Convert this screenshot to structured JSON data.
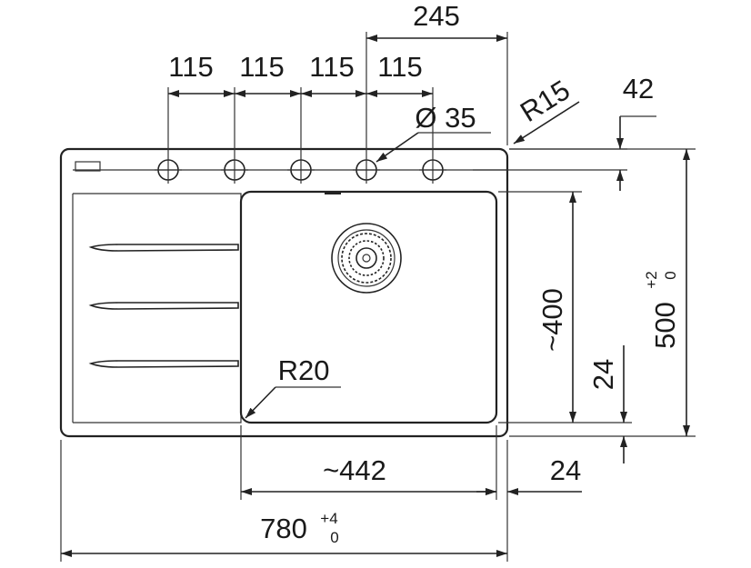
{
  "diagram": {
    "top_dims": {
      "total_offset": "245",
      "spacing": [
        "115",
        "115",
        "115",
        "115"
      ]
    },
    "hole_diameter": "Ø 35",
    "corner_radius_outer": "R15",
    "offset_top": "42",
    "bowl_depth": "~400",
    "drain_offset_right": "24",
    "overall_depth": "500",
    "overall_depth_tol_upper": "+2",
    "overall_depth_tol_lower": "0",
    "corner_radius_bowl": "R20",
    "bowl_width": "~442",
    "bottom_offset": "24",
    "overall_width": "780",
    "overall_width_tol_upper": "+4",
    "overall_width_tol_lower": "0"
  }
}
